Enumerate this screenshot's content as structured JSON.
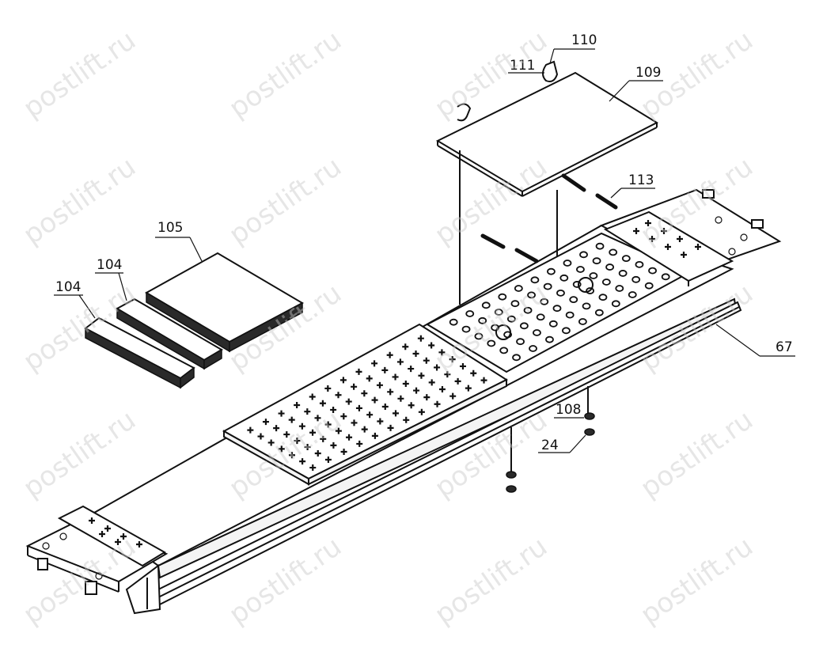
{
  "diagram": {
    "watermark": "postlift.ru",
    "labels": {
      "p110": "110",
      "p111": "111",
      "p109": "109",
      "p113": "113",
      "p105": "105",
      "p104a": "104",
      "p104b": "104",
      "p67": "67",
      "p108": "108",
      "p24": "24"
    },
    "colors": {
      "line": "#111111",
      "background": "#ffffff",
      "watermark": "#c9c9c9"
    }
  }
}
